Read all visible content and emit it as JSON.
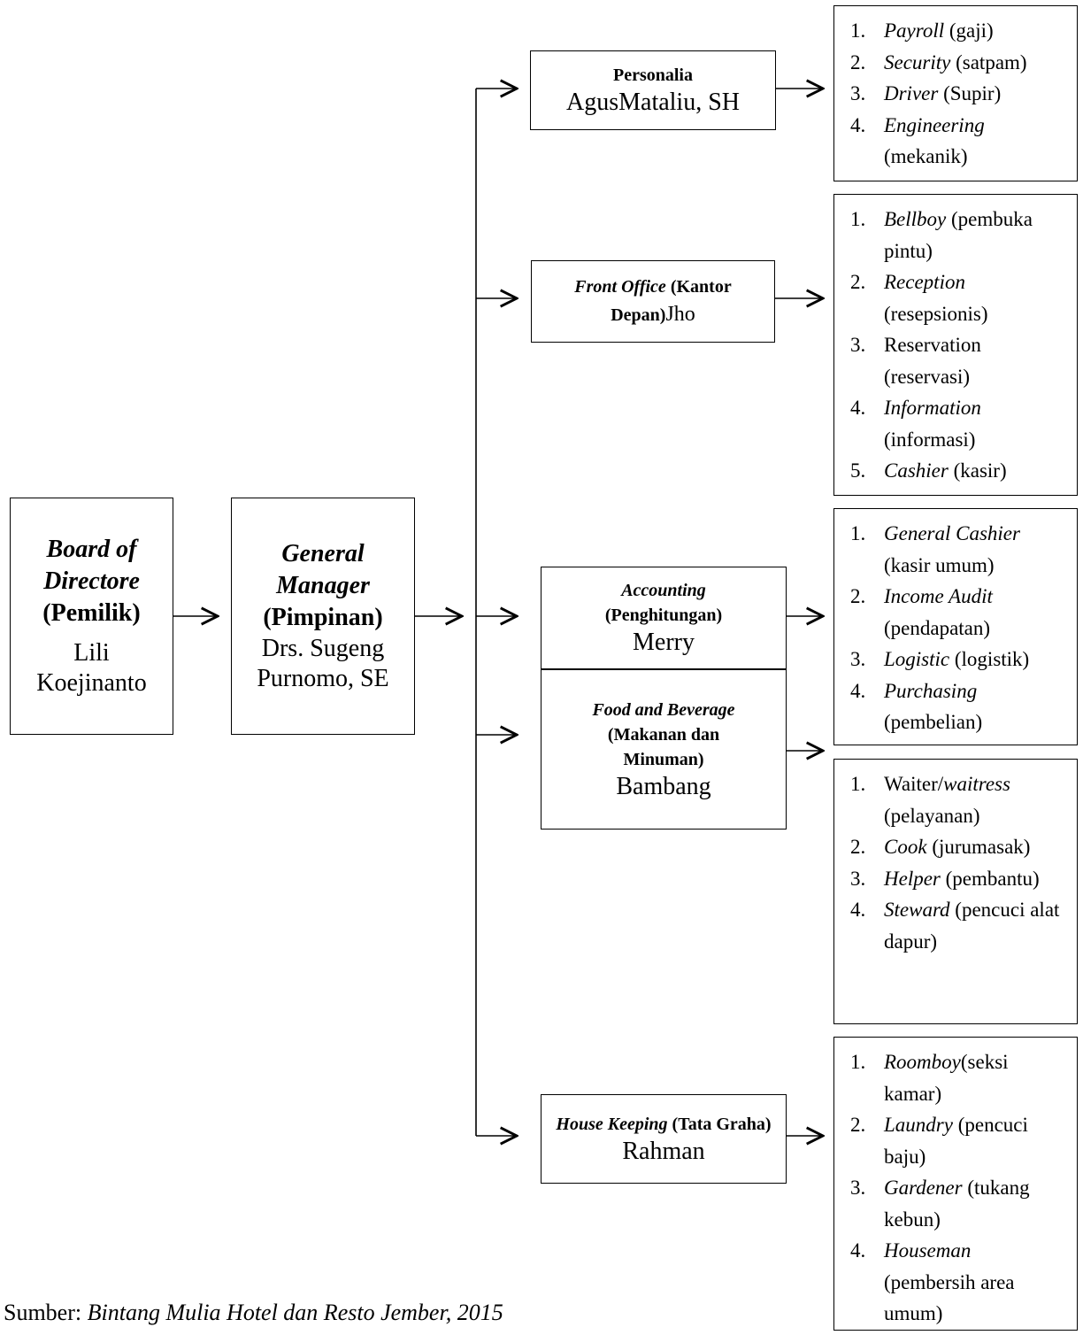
{
  "board": {
    "title_italic": "Board of Directore",
    "title_paren": "(Pemilik)",
    "name": "Lili Koejinanto"
  },
  "gm": {
    "title_italic": "General Manager",
    "title_paren": "(Pimpinan)",
    "name": "Drs. Sugeng Purnomo, SE"
  },
  "departments": [
    {
      "title": "Personalia",
      "title_paren": "",
      "name": "AgusMataliu, SH",
      "duties": [
        {
          "num": "1.",
          "term": "Payroll",
          "desc": " (gaji)"
        },
        {
          "num": "2.",
          "term": "Security",
          "desc": " (satpam)"
        },
        {
          "num": "3.",
          "term": "Driver",
          "desc": " (Supir)"
        },
        {
          "num": "4.",
          "term": "Engineering",
          "desc": " (mekanik)"
        }
      ]
    },
    {
      "title": "Front Office",
      "title_paren": " (Kantor Depan)",
      "name": "Jho",
      "duties": [
        {
          "num": "1.",
          "term": "Bellboy",
          "desc": " (pembuka pintu)"
        },
        {
          "num": "2.",
          "term": "Reception",
          "desc": " (resepsionis)"
        },
        {
          "num": "3.",
          "term": "",
          "desc": "Reservation (reservasi)"
        },
        {
          "num": "4.",
          "term": "Information",
          "desc": " (informasi)"
        },
        {
          "num": "5.",
          "term": "Cashier",
          "desc": " (kasir)"
        }
      ]
    },
    {
      "title": "Accounting",
      "title_paren": "(Penghitungan)",
      "name": "Merry",
      "duties": [
        {
          "num": "1.",
          "term": "General Cashier",
          "desc": " (kasir umum)"
        },
        {
          "num": "2.",
          "term": "Income Audit",
          "desc": " (pendapatan)"
        },
        {
          "num": "3.",
          "term": "Logistic",
          "desc": " (logistik)"
        },
        {
          "num": "4.",
          "term": "Purchasing",
          "desc": " (pembelian)"
        }
      ]
    },
    {
      "title": "Food and Beverage",
      "title_paren": "(Makanan dan Minuman)",
      "name": "Bambang",
      "duties": [
        {
          "num": "1.",
          "term": "",
          "desc": "Waiter/",
          "term2": "waitress",
          "desc2": " (pelayanan)"
        },
        {
          "num": "2.",
          "term": "Cook",
          "desc": " (jurumasak)"
        },
        {
          "num": "3.",
          "term": "Helper",
          "desc": " (pembantu)"
        },
        {
          "num": "4.",
          "term": "Steward",
          "desc": "  (pencuci alat dapur)"
        }
      ]
    },
    {
      "title": "House Keeping",
      "title_paren": " (Tata Graha)",
      "name": "Rahman",
      "duties": [
        {
          "num": "1.",
          "term": "Roomboy",
          "desc": "(seksi kamar)"
        },
        {
          "num": "2.",
          "term": "Laundry",
          "desc": " (pencuci baju)"
        },
        {
          "num": "3.",
          "term": "Gardener",
          "desc": " (tukang kebun)"
        },
        {
          "num": "4.",
          "term": "Houseman",
          "desc": " (pembersih area umum)"
        }
      ]
    }
  ],
  "source": {
    "label": "Sumber: ",
    "text": "Bintang Mulia Hotel dan Resto Jember, 2015"
  }
}
